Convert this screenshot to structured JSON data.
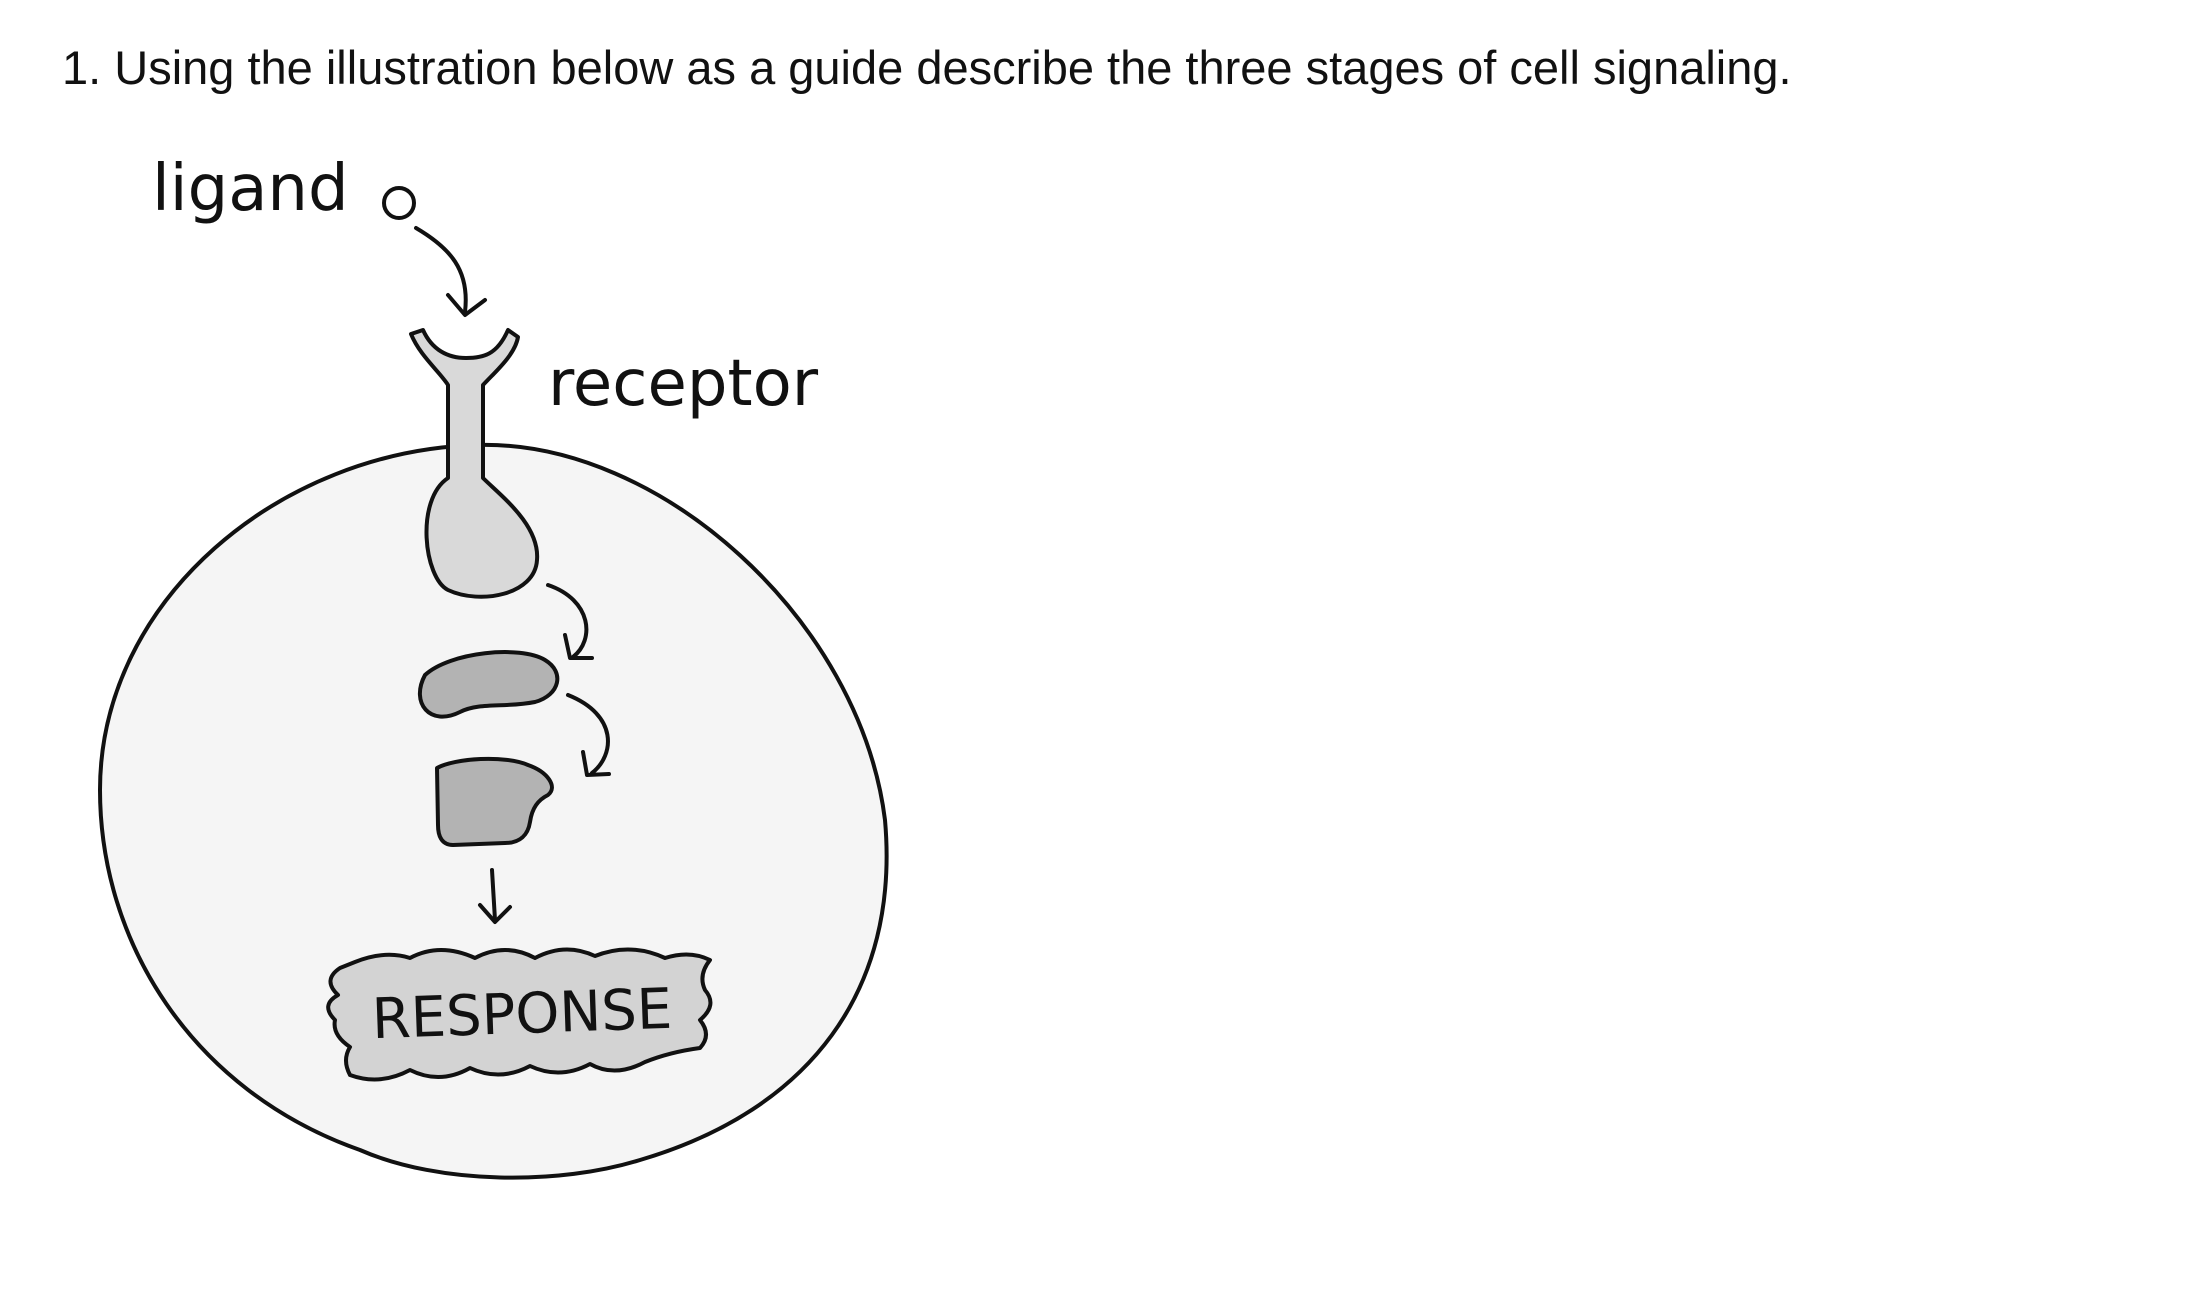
{
  "question": {
    "text": "1. Using the illustration below as a guide describe the three stages of cell signaling."
  },
  "diagram": {
    "ligand_label": "ligand",
    "receptor_label": "receptor",
    "response_label": "RESPONSE",
    "colors": {
      "outline": "#111111",
      "cell_fill": "#f5f5f5",
      "receptor_fill": "#d9d9d9",
      "relay_fill": "#b3b3b3",
      "response_fill": "#d3d3d3"
    }
  }
}
